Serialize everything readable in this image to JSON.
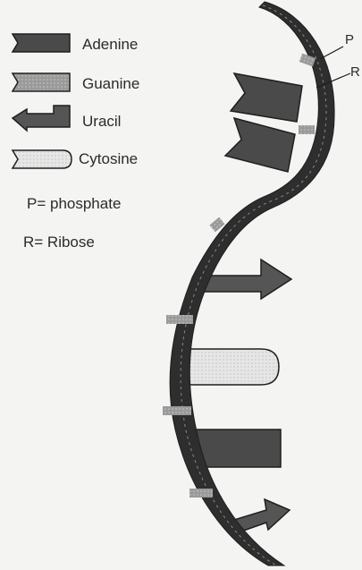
{
  "legend": {
    "items": [
      {
        "key": "adenine",
        "label": "Adenine"
      },
      {
        "key": "guanine",
        "label": "Guanine"
      },
      {
        "key": "uracil",
        "label": "Uracil"
      },
      {
        "key": "cytosine",
        "label": "Cytosine"
      }
    ],
    "notes": [
      {
        "key": "phosphate",
        "text": "P= phosphate"
      },
      {
        "key": "ribose",
        "text": "R= Ribose"
      }
    ]
  },
  "backbone_labels": {
    "phosphate": "P",
    "ribose": "R"
  },
  "colors": {
    "background": "#f4f4f2",
    "backbone": "#2e2e2e",
    "adenine": "#4a4a4a",
    "guanine": "#9a9a9a",
    "uracil": "#555555",
    "cytosine": "#e2e2e2",
    "outline": "#1e1e1e"
  }
}
